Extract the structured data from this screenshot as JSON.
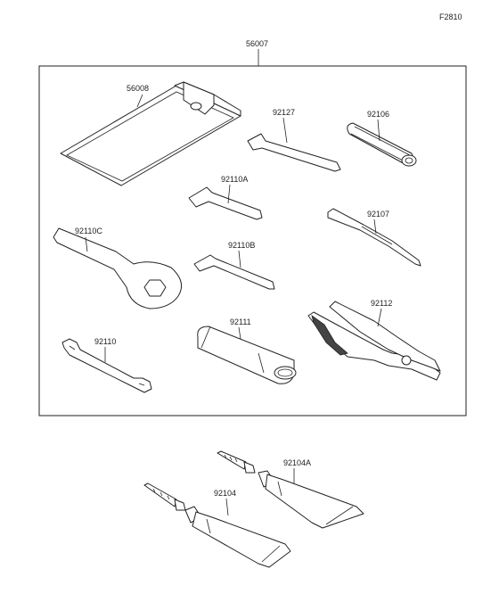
{
  "figure_code": "F2810",
  "assembly": {
    "part_number": "56007"
  },
  "parts": [
    {
      "id": "bag",
      "number": "56008"
    },
    {
      "id": "hex-key-large",
      "number": "92127"
    },
    {
      "id": "grip",
      "number": "92106"
    },
    {
      "id": "hex-key-medium",
      "number": "92110A"
    },
    {
      "id": "screwdriver",
      "number": "92107"
    },
    {
      "id": "ring-spanner",
      "number": "92110C"
    },
    {
      "id": "hex-key-small",
      "number": "92110B"
    },
    {
      "id": "handle",
      "number": "92111"
    },
    {
      "id": "pliers",
      "number": "92112"
    },
    {
      "id": "open-spanner",
      "number": "92110"
    },
    {
      "id": "grease-tube-a",
      "number": "92104A"
    },
    {
      "id": "grease-tube",
      "number": "92104"
    }
  ]
}
